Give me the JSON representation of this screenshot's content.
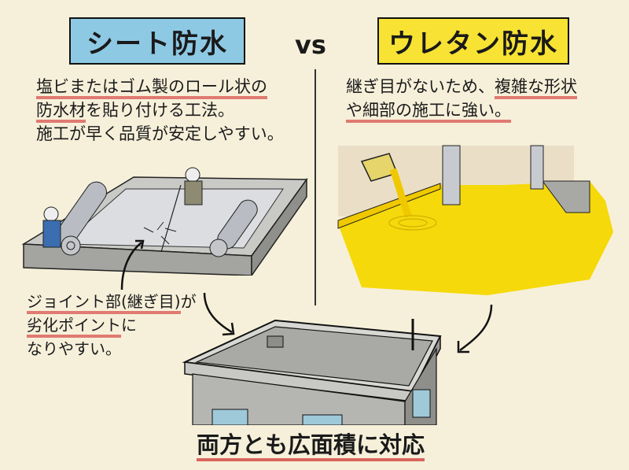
{
  "header": {
    "left_title": "シート防水",
    "vs": "vs",
    "right_title": "ウレタン防水"
  },
  "left": {
    "lines": [
      {
        "underlined": "塩ビまたはゴム製のロール状の",
        "rest": ""
      },
      {
        "underlined": "防水材",
        "rest": "を貼り付ける工法。"
      },
      {
        "underlined": "",
        "rest": "施工が早く品質が安定しやすい。"
      }
    ],
    "note": [
      {
        "underlined": "ジョイント部(継ぎ目)",
        "rest": "が"
      },
      {
        "underlined": "劣化ポイント",
        "rest": "に"
      },
      {
        "underlined": "",
        "rest": "なりやすい。"
      }
    ],
    "illustration": "sheet-rolls-on-concrete-slab"
  },
  "right": {
    "lines": [
      {
        "plain": "継ぎ目がないため、",
        "underlined": "複雑な形状"
      },
      {
        "plain": "",
        "underlined": "や細部の施工に強い。"
      }
    ],
    "illustration": "liquid-urethane-pouring"
  },
  "footer": {
    "text": "両方とも広面積に対応",
    "illustration": "flat-roof-building"
  },
  "colors": {
    "background": "#f6f0da",
    "sheet_title_bg": "#8ec9e4",
    "urethane_title_bg": "#f8e233",
    "underline": "#e07a72",
    "urethane_yellow": "#f5d90a",
    "concrete": "#a8a8a4"
  }
}
